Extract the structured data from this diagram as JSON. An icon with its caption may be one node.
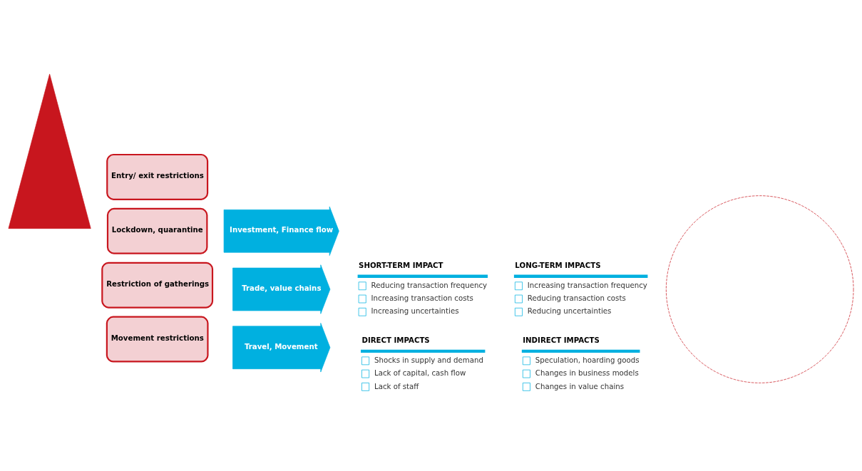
{
  "diagram": {
    "nodes": [
      {
        "text": [],
        "shape": "triangle"
      },
      {
        "text": [
          "Entry/ exit restrictions"
        ]
      },
      {
        "text": [
          "Lockdown, quarantine"
        ]
      },
      {
        "text": [
          "Restriction of gatherings"
        ]
      },
      {
        "text": [
          "Movement restrictions"
        ]
      },
      {
        "text": [
          "Investment, Finance flow"
        ]
      },
      {
        "text": [
          "Trade, value chains"
        ]
      },
      {
        "text": [
          "Travel, Movement"
        ]
      },
      {
        "text": [],
        "shape": "circle"
      },
      {
        "text": [
          "SHORT-TERM IMPACT",
          "Reducing transaction frequency",
          "Increasing transaction costs",
          "Increasing uncertainties"
        ]
      },
      {
        "text": [
          "LONG-TERM IMPACTS",
          "Increasing transaction frequency",
          "Reducing transaction costs",
          "Reducing uncertainties"
        ]
      },
      {
        "text": [
          "DIRECT IMPACTS",
          "Shocks in supply and demand",
          "Lack of capital, cash flow",
          "Lack of staff"
        ]
      },
      {
        "text": [
          "INDIRECT IMPACTS",
          "Speculation, hoarding goods",
          "Changes in business models",
          "Changes in value chains"
        ]
      }
    ]
  }
}
